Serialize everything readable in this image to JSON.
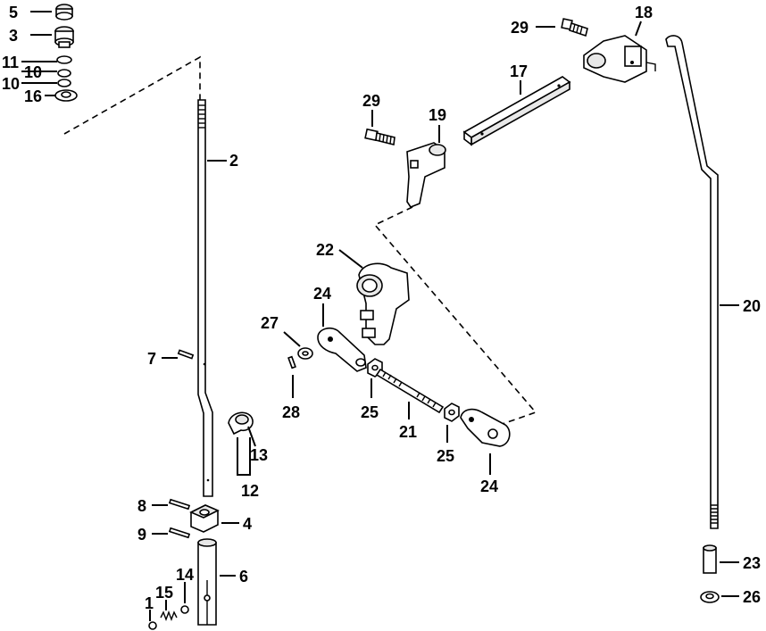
{
  "labels": {
    "p1": "1",
    "p2": "2",
    "p3": "3",
    "p4": "4",
    "p5": "5",
    "p6": "6",
    "p7": "7",
    "p8": "8",
    "p9": "9",
    "p10a": "10",
    "p10b": "10",
    "p11": "11",
    "p12": "12",
    "p13": "13",
    "p14": "14",
    "p15": "15",
    "p16": "16",
    "p17": "17",
    "p18": "18",
    "p19": "19",
    "p20": "20",
    "p21": "21",
    "p22": "22",
    "p23": "23",
    "p24a": "24",
    "p24b": "24",
    "p25a": "25",
    "p25b": "25",
    "p26": "26",
    "p27": "27",
    "p28": "28",
    "p29a": "29",
    "p29b": "29"
  }
}
